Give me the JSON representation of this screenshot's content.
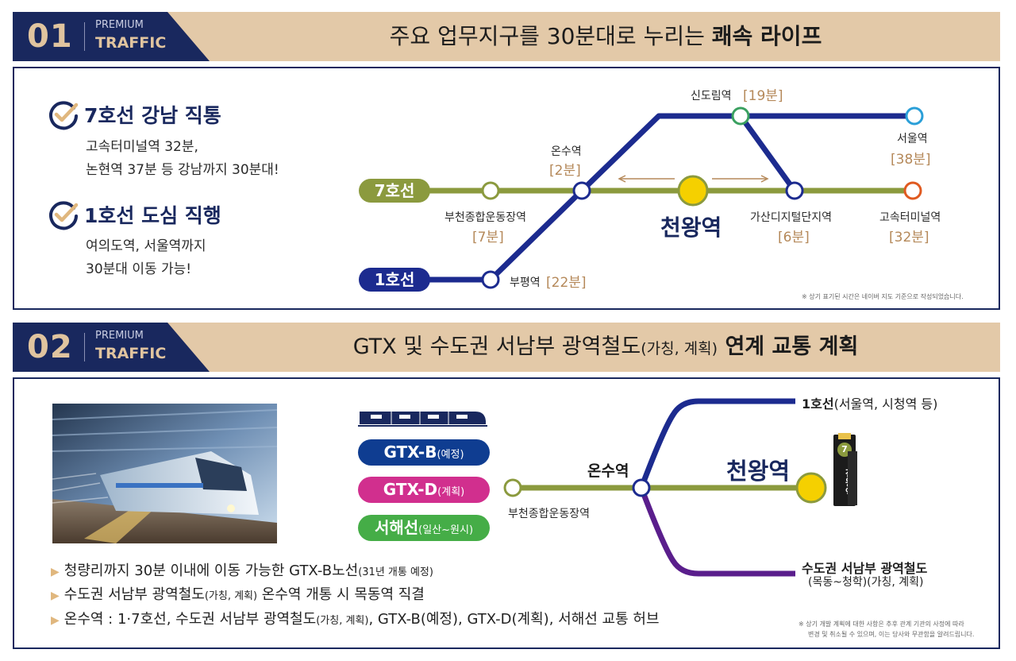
{
  "section1": {
    "number": "01",
    "sub_small": "PREMIUM",
    "sub_big": "TRAFFIC",
    "title_regular": "주요 업무지구를 30분대로 누리는 ",
    "title_bold": "쾌속 라이프",
    "features": [
      {
        "title": "7호선 강남 직통",
        "desc": [
          "고속터미널역 32분,",
          "논현역 37분 등 강남까지 30분대!"
        ]
      },
      {
        "title": "1호선 도심 직행",
        "desc": [
          "여의도역, 서울역까지",
          "30분대 이동 가능!"
        ]
      }
    ],
    "lines": {
      "line7": "7호선",
      "line1": "1호선"
    },
    "stations": {
      "sindorim": {
        "name": "신도림역",
        "time": "[19분]"
      },
      "seoul": {
        "name": "서울역",
        "time": "[38분]"
      },
      "onsu": {
        "name": "온수역",
        "time": "[2분]"
      },
      "bucheon": {
        "name": "부천종합운동장역",
        "time": "[7분]"
      },
      "gasan": {
        "name": "가산디지털단지역",
        "time": "[6분]"
      },
      "express": {
        "name": "고속터미널역",
        "time": "[32분]"
      },
      "bupyeong": {
        "name": "부평역",
        "time": "[22분]"
      }
    },
    "center": "천왕역",
    "note": "※ 상기 표기된 시간은 네이버 지도 기준으로 작성되었습니다."
  },
  "section2": {
    "number": "02",
    "sub_small": "PREMIUM",
    "sub_big": "TRAFFIC",
    "title_regular": "GTX 및 수도권 서남부 광역철도",
    "title_small": "(가칭, 계획)",
    "title_bold": " 연계 교통 계획",
    "pills": [
      {
        "main": "GTX-B",
        "sub": "(예정)",
        "color": "#0f3d91"
      },
      {
        "main": "GTX-D",
        "sub": "(계획)",
        "color": "#d12f8e"
      },
      {
        "main": "서해선",
        "sub": "(일산~원시)",
        "color": "#45ad47"
      }
    ],
    "route_top": {
      "bold": "1호선",
      "rest": "(서울역, 시청역 등)"
    },
    "route_bottom": {
      "line1": "수도권 서남부 광역철도",
      "line2": "(목동~청학)(가칭, 계획)"
    },
    "onsu": "온수역",
    "bucheon": "부천종합운동장역",
    "center": "천왕역",
    "sign": {
      "line_num": "7",
      "name": "천왕역"
    },
    "bullets": [
      {
        "main": "청량리까지 30분 이내에 이동 가능한 GTX-B노선",
        "small": "(31년 개통 예정)",
        "tail": ""
      },
      {
        "main": "수도권 서남부 광역철도",
        "small": "(가칭, 계획)",
        "tail": " 온수역 개통 시 목동역 직결"
      },
      {
        "main": "온수역 : 1·7호선, 수도권 서남부 광역철도",
        "small": "(가칭, 계획)",
        "tail": ", GTX-B(예정), GTX-D(계획), 서해선 교통 허브"
      }
    ],
    "note1": "※ 상기 개발 계획에 대한 사항은 추후 관계 기관의 사정에 따라",
    "note2": "변경 및 취소될 수 있으며, 이는 당사와 무관함을 알려드립니다."
  },
  "colors": {
    "navy": "#19285e",
    "olive": "#8b9a3e",
    "line1": "#1c2b8f",
    "gold": "#f5d000",
    "beige": "#e3c9a8",
    "time": "#b5895a"
  }
}
